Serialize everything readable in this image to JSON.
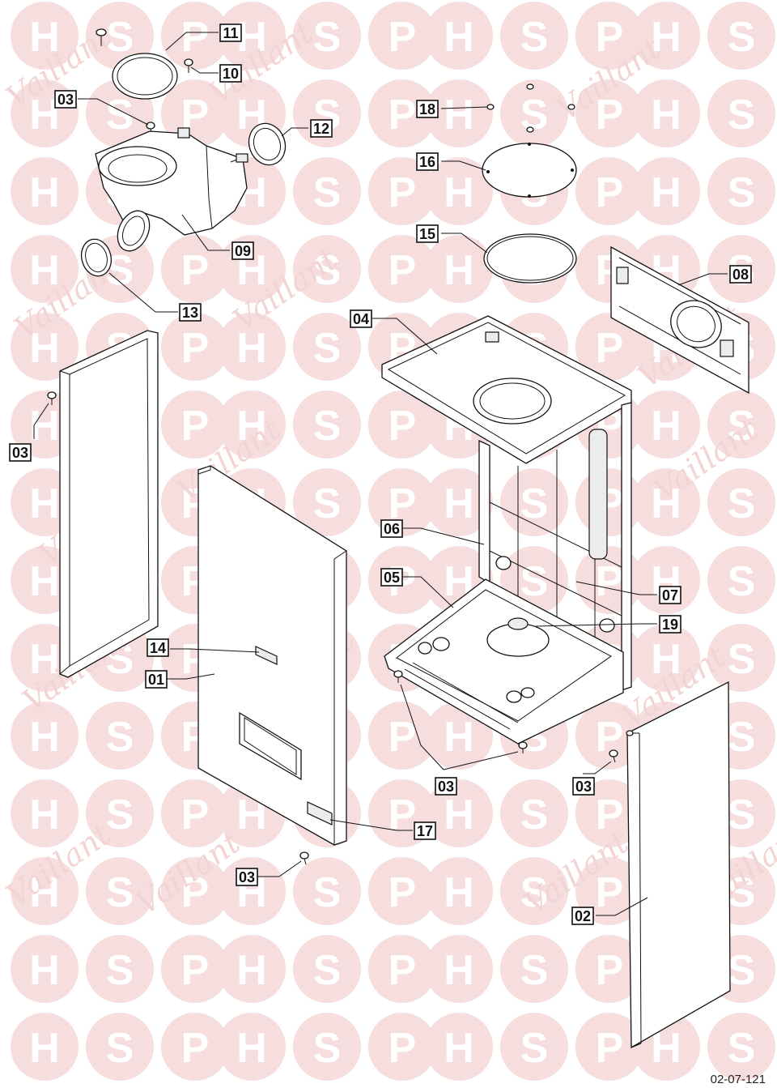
{
  "watermark": {
    "letters": [
      "H",
      "S",
      "P"
    ],
    "brand": "Vaillant"
  },
  "callouts": [
    "01",
    "02",
    "03",
    "04",
    "05",
    "06",
    "07",
    "08",
    "09",
    "10",
    "11",
    "12",
    "13",
    "14",
    "15",
    "16",
    "17",
    "18",
    "19"
  ],
  "drawing_number": "02-07-121",
  "colors": {
    "watermark": "#f7dede",
    "line": "#111111",
    "background": "#ffffff"
  }
}
